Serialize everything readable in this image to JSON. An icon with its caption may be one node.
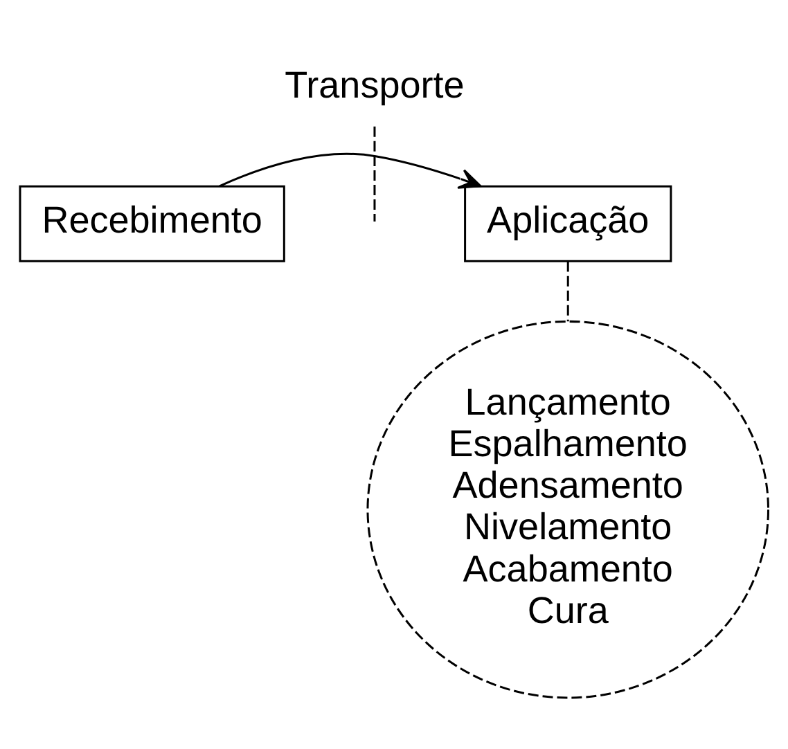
{
  "diagram": {
    "nodes": [
      {
        "text": [
          "Recebimento"
        ]
      },
      {
        "text": [
          "Aplicação"
        ]
      },
      {
        "text": [
          "Transporte"
        ]
      },
      {
        "text": [
          "Lançamento",
          "Espalhamento",
          "Adensamento",
          "Nivelamento",
          "Acabamento",
          "Cura"
        ]
      }
    ],
    "edges": [
      {
        "from": 0,
        "to": 1,
        "arrow": "to"
      },
      {
        "from": 2,
        "to": null,
        "arrow": "none",
        "style": "dashed"
      },
      {
        "from": 1,
        "to": 3,
        "arrow": "none",
        "style": "dashed"
      }
    ]
  }
}
